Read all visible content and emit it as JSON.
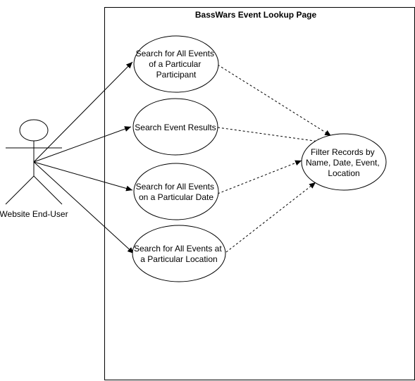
{
  "system": {
    "title": "BassWars Event Lookup Page"
  },
  "actor": {
    "label": "Website End-User"
  },
  "use_cases": {
    "participant": [
      "Search for All Events",
      "of a Particular",
      "Participant"
    ],
    "results": [
      "Search Event Results"
    ],
    "date": [
      "Search for All Events",
      "on a Particular Date"
    ],
    "location": [
      "Search for All Events at",
      "a Particular Location"
    ],
    "filter": [
      "Filter Records by",
      "Name, Date, Event,",
      "Location"
    ]
  },
  "colors": {
    "stroke": "#000000",
    "fill": "#ffffff"
  }
}
